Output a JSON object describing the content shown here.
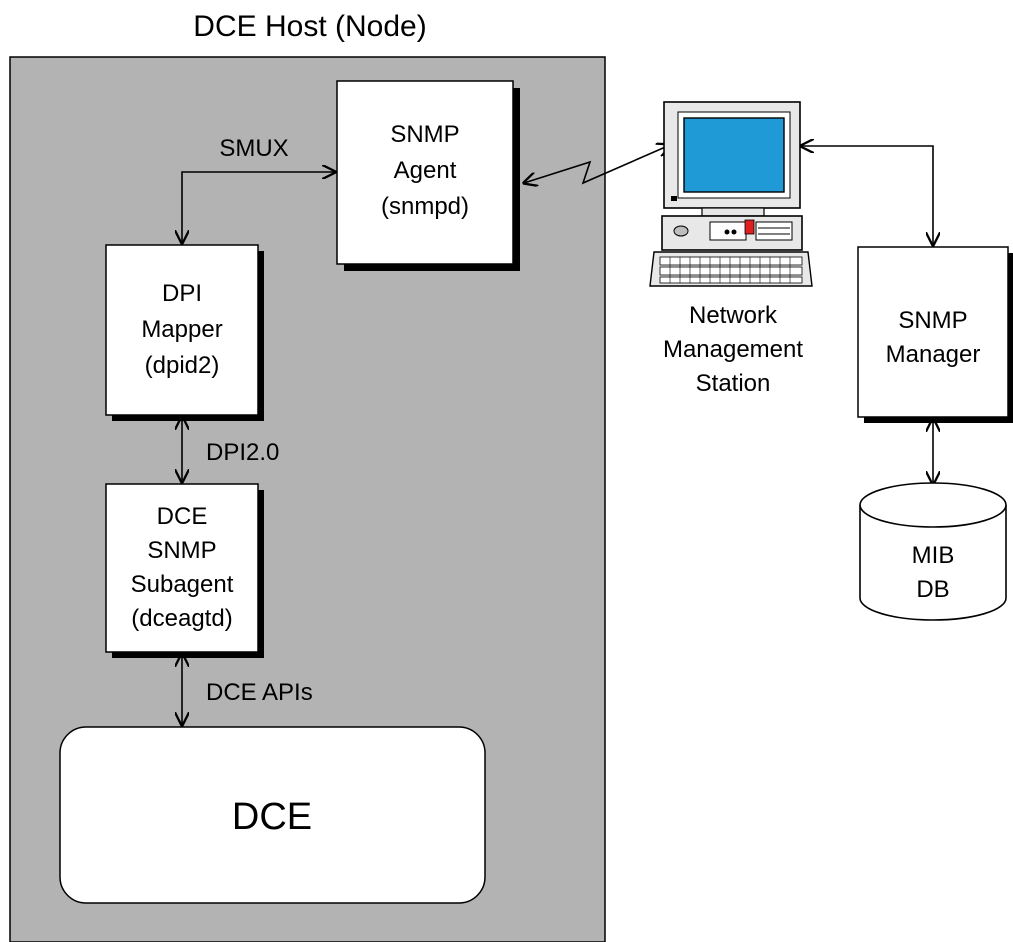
{
  "host": {
    "title": "DCE Host (Node)"
  },
  "snmp_agent": {
    "line1": "SNMP",
    "line2": "Agent",
    "line3": "(snmpd)"
  },
  "dpi_mapper": {
    "line1": "DPI",
    "line2": "Mapper",
    "line3": "(dpid2)"
  },
  "dce_subagent": {
    "line1": "DCE",
    "line2": "SNMP",
    "line3": "Subagent",
    "line4": "(dceagtd)"
  },
  "dce": {
    "label": "DCE"
  },
  "links": {
    "smux": "SMUX",
    "dpi": "DPI2.0",
    "dce_apis": "DCE APIs"
  },
  "nms": {
    "line1": "Network",
    "line2": "Management",
    "line3": "Station",
    "icon": "computer-workstation-icon"
  },
  "snmp_manager": {
    "line1": "SNMP",
    "line2": "Manager"
  },
  "mib_db": {
    "line1": "MIB",
    "line2": "DB",
    "icon": "database-cylinder-icon"
  },
  "colors": {
    "host_bg": "#b3b3b3",
    "screen": "#1f9ad6",
    "panel": "#e8e8e8",
    "shadow": "#000000"
  }
}
